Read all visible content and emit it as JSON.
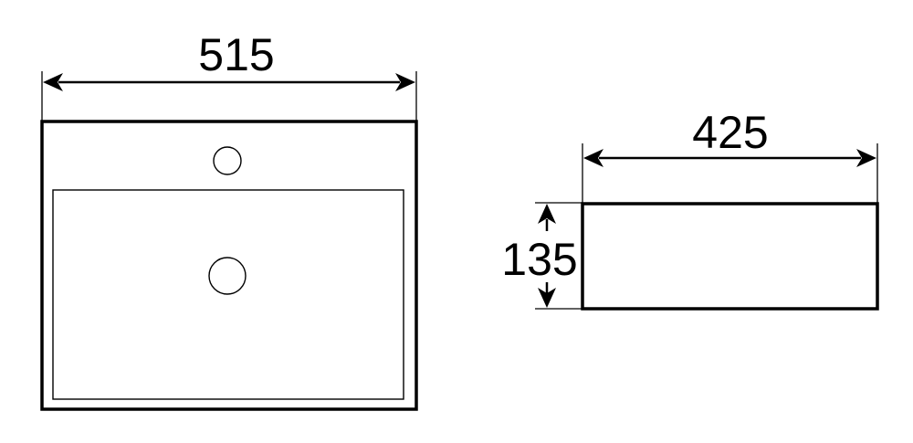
{
  "top_view": {
    "width_label": "515"
  },
  "side_view": {
    "width_label": "425",
    "height_label": "135"
  },
  "colors": {
    "line": "#000000",
    "background": "#ffffff"
  }
}
